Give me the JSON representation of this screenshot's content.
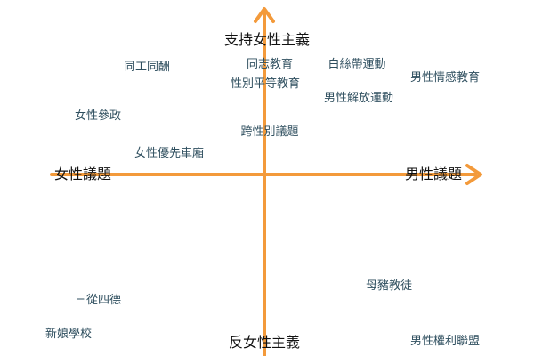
{
  "axes": {
    "color": "#f39a3b",
    "top_label": "支持女性主義",
    "bottom_label": "反女性主義",
    "left_label": "女性議題",
    "right_label": "男性議題"
  },
  "items": [
    {
      "id": "same-work-same-pay",
      "text": "同工同酬"
    },
    {
      "id": "gender-equality-education-top",
      "text": "同志教育"
    },
    {
      "id": "white-ribbon",
      "text": "白絲帶運動"
    },
    {
      "id": "male-emotion-education",
      "text": "男性情感教育"
    },
    {
      "id": "gender-equal-education",
      "text": "性別平等教育"
    },
    {
      "id": "male-liberation",
      "text": "男性解放運動"
    },
    {
      "id": "women-politics",
      "text": "女性參政"
    },
    {
      "id": "trans-issues",
      "text": "跨性別議題"
    },
    {
      "id": "women-priority-car",
      "text": "女性優先車廂"
    },
    {
      "id": "three-obediences",
      "text": "三從四德"
    },
    {
      "id": "pig-mom-cult",
      "text": "母豬教徒"
    },
    {
      "id": "bride-school",
      "text": "新娘學校"
    },
    {
      "id": "mens-rights-alliance",
      "text": "男性權利聯盟"
    }
  ]
}
